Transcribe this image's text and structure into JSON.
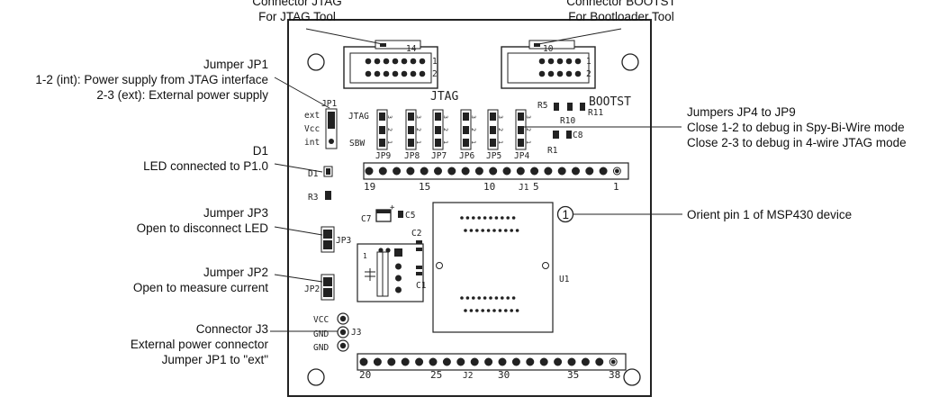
{
  "callouts": {
    "jtag_connector": [
      "Connector JTAG",
      "For JTAG Tool"
    ],
    "bootst_connector": [
      "Connector BOOTST",
      "For Bootloader Tool"
    ],
    "jp1": [
      "Jumper JP1",
      "1-2 (int): Power supply from JTAG interface",
      "2-3 (ext): External power supply"
    ],
    "d1": [
      "D1",
      "LED connected to P1.0"
    ],
    "jp3": [
      "Jumper JP3",
      "Open to disconnect LED"
    ],
    "jp2": [
      "Jumper JP2",
      "Open to measure current"
    ],
    "j3": [
      "Connector J3",
      "External power connector",
      "Jumper JP1 to \"ext\""
    ],
    "jp4_jp9": [
      "Jumpers JP4 to JP9",
      "Close 1-2 to debug in Spy-Bi-Wire mode",
      "Close 2-3 to debug in 4-wire JTAG mode"
    ],
    "pin1": [
      "Orient pin 1 of MSP430 device"
    ]
  },
  "silkscreen": {
    "jtag_count": "14",
    "bootst_count": "10",
    "pin_1": "1",
    "pin_2": "2",
    "jtag_label": "JTAG",
    "bootst_label": "BOOTST",
    "jp1": "JP1",
    "ext": "ext",
    "vcc": "Vcc",
    "int": "int",
    "jtag_small": "JTAG",
    "sbw": "SBW",
    "jumper_row": [
      "JP9",
      "JP8",
      "JP7",
      "JP6",
      "JP5",
      "JP4"
    ],
    "r5": "R5",
    "r10": "R10",
    "r11": "R11",
    "c8": "C8",
    "r1": "R1",
    "d1": "D1",
    "r3": "R3",
    "j1_numbers": [
      "19",
      "15",
      "10",
      "5",
      "1"
    ],
    "j1": "J1",
    "c7": "C7",
    "c5": "C5",
    "c2": "C2",
    "c1": "C1",
    "pin1_mark": "1",
    "u1": "U1",
    "jp3": "JP3",
    "jp2": "JP2",
    "j3_pins": [
      "VCC",
      "GND",
      "GND"
    ],
    "j3": "J3",
    "j2_numbers": [
      "20",
      "25",
      "30",
      "35",
      "38"
    ],
    "j2": "J2",
    "mini_pin": "1"
  }
}
